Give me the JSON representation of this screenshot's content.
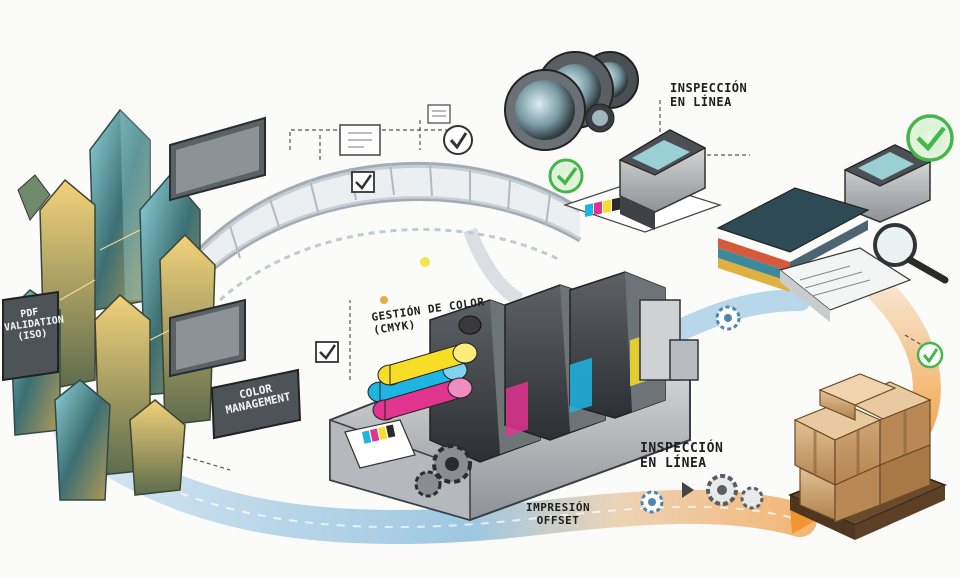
{
  "labels": {
    "pdf_validation": [
      "PDF",
      "VALIDATION",
      "(ISO)"
    ],
    "color_management": [
      "COLOR",
      "MANAGEMENT"
    ],
    "gestion_color": [
      "GESTIÓN DE COLOR",
      "(CMYK)"
    ],
    "inspeccion_top": [
      "INSPECCIÓN",
      "EN LÍNEA"
    ],
    "inspeccion_mid": [
      "INSPECCIÓN",
      "EN LÍNEA"
    ],
    "impresion": [
      "IMPRESIÓN",
      "OFFSET"
    ]
  },
  "icons": [
    "crystal-cluster-icon",
    "bridge-icon",
    "lens-icon",
    "spectrophotometer-icon",
    "offset-press-icon",
    "magnifier-icon",
    "gear-icon",
    "check-icon",
    "pallet-boxes-icon"
  ],
  "colors": {
    "flow_blue": "#7fb6d9",
    "flow_orange": "#f0a04b",
    "check_green": "#45b649",
    "cyan": "#1fb5e3",
    "magenta": "#e0348f",
    "yellow": "#f7dd25",
    "black": "#2a2a2a",
    "box_brown": "#c79a63"
  }
}
